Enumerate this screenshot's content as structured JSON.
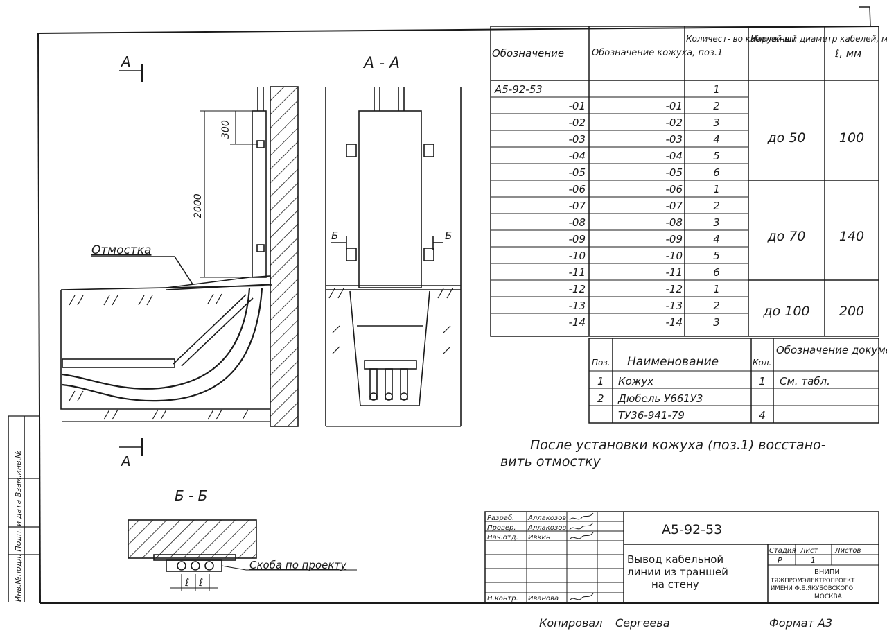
{
  "drawing": {
    "view_a_mark": "А",
    "section_aa_title": "А - А",
    "section_bb_title": "Б - Б",
    "section_b_mark": "Б",
    "dim_300": "300",
    "dim_2000": "2000",
    "label_otmostka": "Отмостка",
    "label_skoba": "Скоба по проекту",
    "dim_l": "ℓ"
  },
  "main_table": {
    "headers": {
      "designation": "Обозначение",
      "casing": "Обозначение кожуха, поз.1",
      "count": "Количест- во кабелей шт",
      "diameter": "Наружный диаметр кабелей, мм",
      "length": "ℓ, мм"
    },
    "rows": [
      {
        "d": "А5-92-53",
        "c": "",
        "n": "1"
      },
      {
        "d": "-01",
        "c": "-01",
        "n": "2"
      },
      {
        "d": "-02",
        "c": "-02",
        "n": "3"
      },
      {
        "d": "-03",
        "c": "-03",
        "n": "4"
      },
      {
        "d": "-04",
        "c": "-04",
        "n": "5"
      },
      {
        "d": "-05",
        "c": "-05",
        "n": "6"
      },
      {
        "d": "-06",
        "c": "-06",
        "n": "1"
      },
      {
        "d": "-07",
        "c": "-07",
        "n": "2"
      },
      {
        "d": "-08",
        "c": "-08",
        "n": "3"
      },
      {
        "d": "-09",
        "c": "-09",
        "n": "4"
      },
      {
        "d": "-10",
        "c": "-10",
        "n": "5"
      },
      {
        "d": "-11",
        "c": "-11",
        "n": "6"
      },
      {
        "d": "-12",
        "c": "-12",
        "n": "1"
      },
      {
        "d": "-13",
        "c": "-13",
        "n": "2"
      },
      {
        "d": "-14",
        "c": "-14",
        "n": "3"
      }
    ],
    "groups": [
      {
        "diameter": "до 50",
        "length": "100"
      },
      {
        "diameter": "до 70",
        "length": "140"
      },
      {
        "diameter": "до 100",
        "length": "200"
      }
    ]
  },
  "spec_table": {
    "headers": {
      "pos": "Поз.",
      "name": "Наименование",
      "qty": "Кол.",
      "doc": "Обозначение документа"
    },
    "rows": [
      {
        "pos": "1",
        "name": "Кожух",
        "qty": "1",
        "doc": "См. табл."
      },
      {
        "pos": "2",
        "name": "Дюбель У661У3",
        "qty": "",
        "doc": ""
      },
      {
        "pos": "",
        "name": "ТУ36-941-79",
        "qty": "4",
        "doc": ""
      }
    ]
  },
  "note": {
    "line1": "После установки кожуха (поз.1) восстано-",
    "line2": "вить отмостку"
  },
  "title_block": {
    "roles": [
      "Разраб.",
      "Провер.",
      "Нач.отд.",
      "Н.контр."
    ],
    "names": [
      "Аллакозов",
      "Аллакозов",
      "Ивкин",
      "Иванова"
    ],
    "code": "А5-92-53",
    "title_line1": "Вывод кабельной",
    "title_line2": "линии из траншей",
    "title_line3": "на стену",
    "stage_label": "Стадия",
    "sheet_label": "Лист",
    "sheets_label": "Листов",
    "stage_value": "Р",
    "sheet_value": "1",
    "org_line1": "ВНИПИ",
    "org_line2": "ТЯЖПРОМЭЛЕКТРОПРОЕКТ",
    "org_line3": "ИМЕНИ Ф.Б.ЯКУБОВСКОГО",
    "org_line4": "МОСКВА"
  },
  "left_strip": {
    "text": "Инв.№подл. Подп. и дата Взам.инв.№"
  },
  "footer": {
    "copied": "Копировал",
    "copier_name": "Сергеева",
    "format": "Формат А3"
  },
  "colors": {
    "ink": "#1a1a1a",
    "paper": "#ffffff"
  }
}
